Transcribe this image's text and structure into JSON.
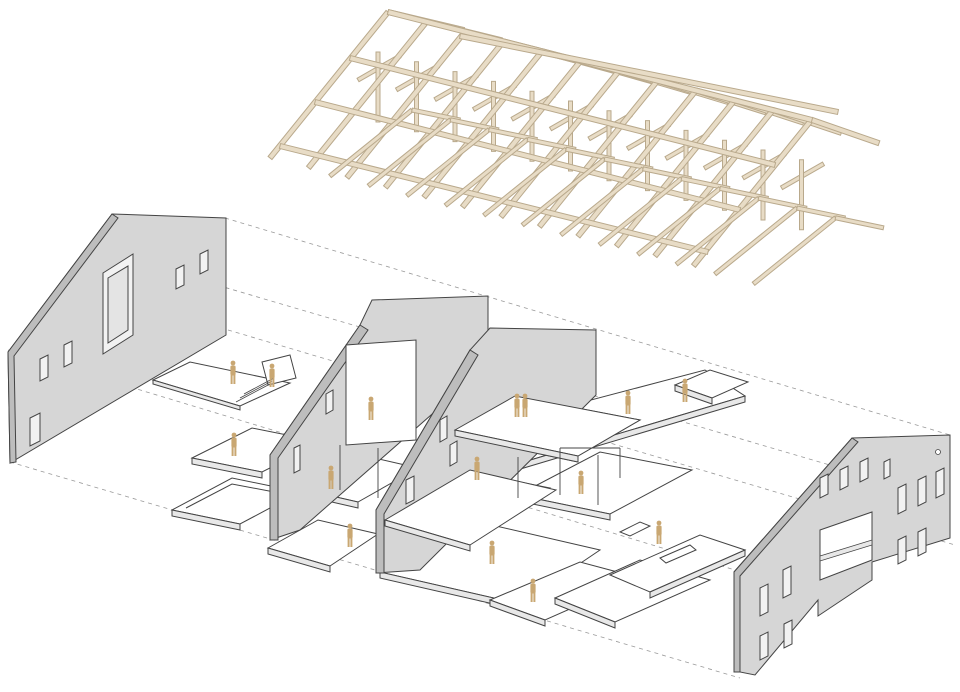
{
  "diagram": {
    "kind": "exploded axonometric",
    "labels": []
  },
  "colors": {
    "background": "#ffffff",
    "wall_face": "#d6d6d6",
    "wall_side": "#bdbdbd",
    "line": "#444444",
    "slab": "#ffffff",
    "timber": "#e8dcc6",
    "timber_edge": "#b9a98c",
    "figure": "#c9a772",
    "dashed_guide": "#9a9a9a"
  },
  "elements": [
    {
      "name": "timber-roof-truss",
      "label": ""
    },
    {
      "name": "gable-wall-left",
      "label": ""
    },
    {
      "name": "gable-wall-right",
      "label": ""
    },
    {
      "name": "inner-gable-wall-1",
      "label": ""
    },
    {
      "name": "inner-gable-wall-2",
      "label": ""
    },
    {
      "name": "floor-slabs",
      "label": ""
    },
    {
      "name": "scale-figures",
      "label": ""
    }
  ]
}
